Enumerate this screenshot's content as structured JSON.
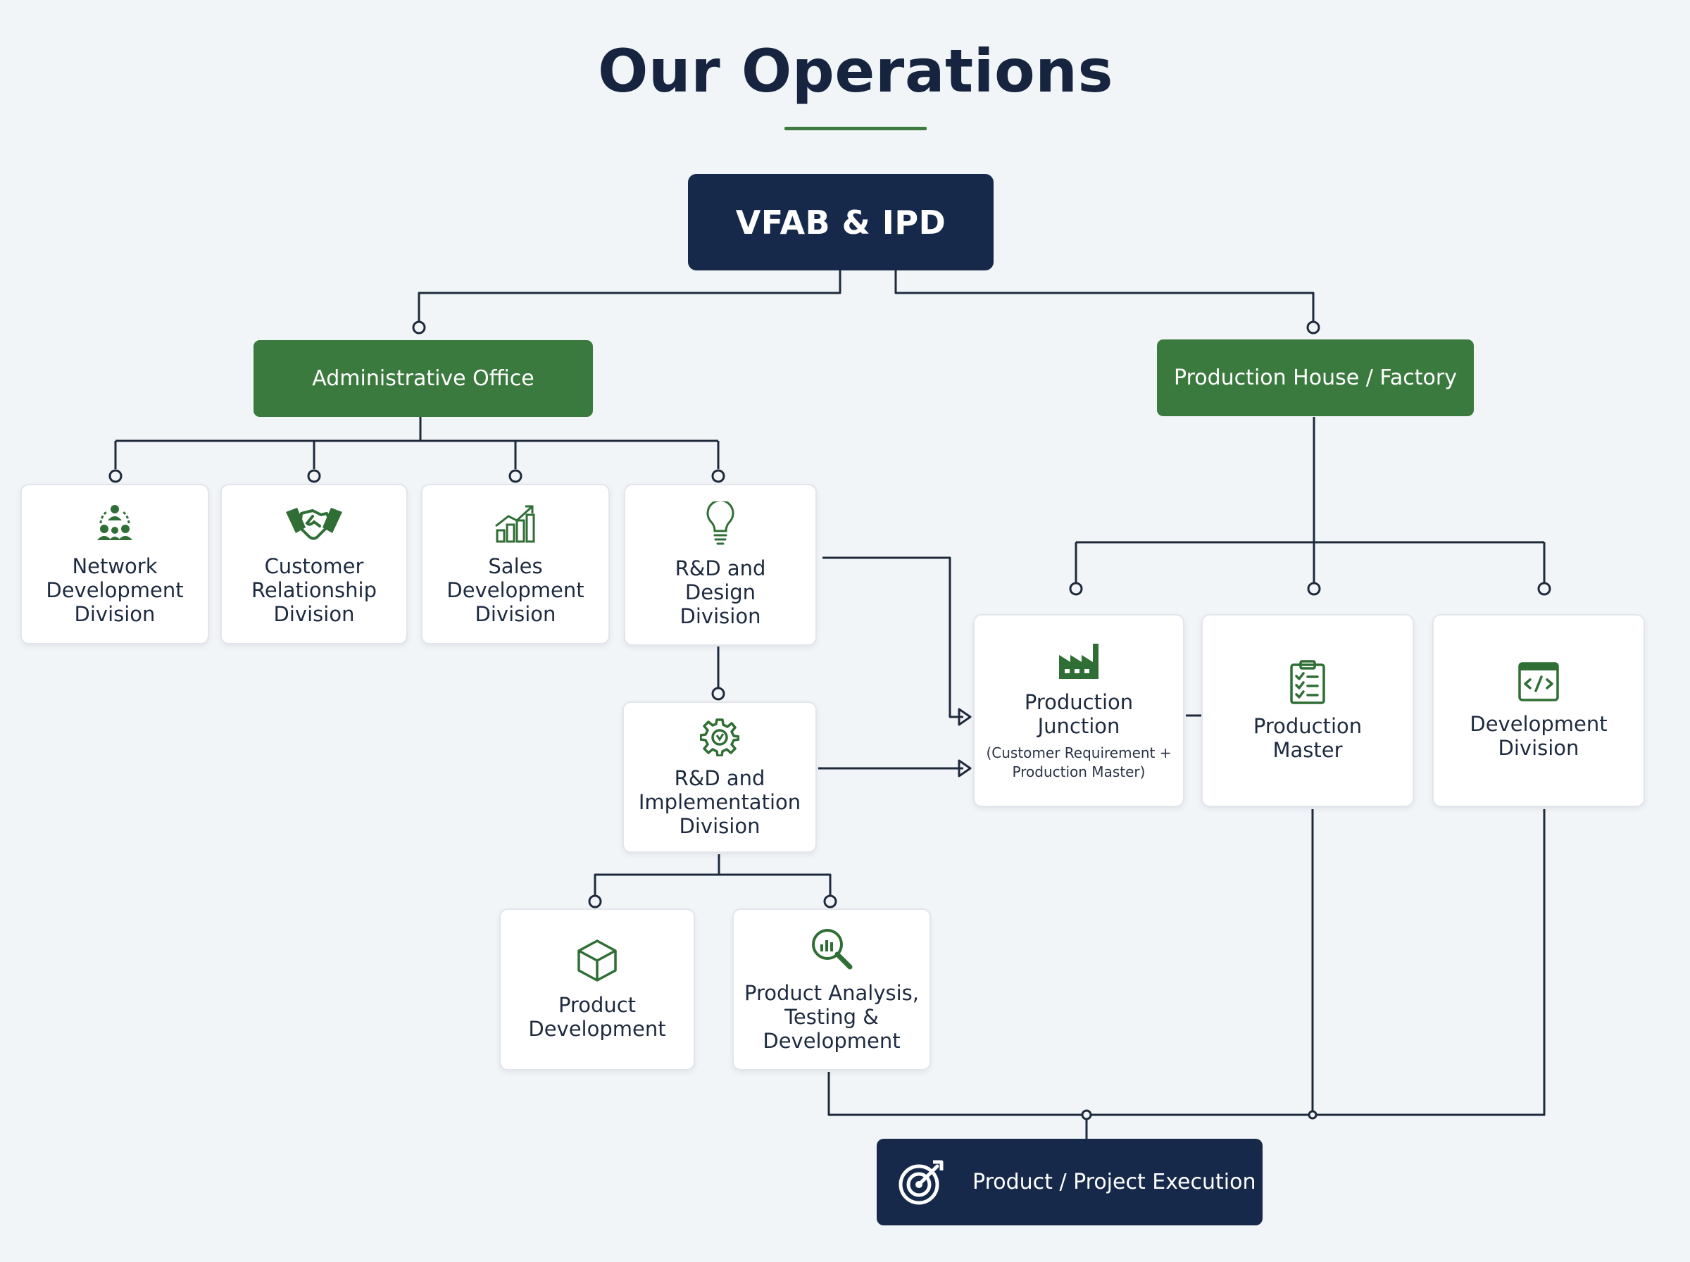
{
  "title": "Our Operations",
  "root": {
    "label": "VFAB & IPD"
  },
  "groups": {
    "admin": "Administrative Office",
    "production": "Production House / Factory"
  },
  "divisions": {
    "network": "Network\nDevelopment\nDivision",
    "crm": "Customer\nRelationship\nDivision",
    "sales": "Sales\nDevelopment\nDivision",
    "rnd_design": "R&D and\nDesign\nDivision",
    "rnd_impl": "R&D and\nImplementation\nDivision",
    "product_dev": "Product\nDevelopment",
    "product_analysis": "Product Analysis,\nTesting &\nDevelopment",
    "prod_junction": "Production\nJunction",
    "prod_junction_note": "(Customer Requirement +\nProduction Master)",
    "prod_master": "Production\nMaster",
    "dev_division": "Development\nDivision"
  },
  "execution": {
    "label": "Product / Project Execution"
  },
  "icons": {
    "network": "team-network-icon",
    "crm": "handshake-icon",
    "sales": "growth-chart-icon",
    "rnd_design": "lightbulb-icon",
    "rnd_impl": "gear-icon",
    "product_dev": "cube-icon",
    "product_analysis": "magnifier-chart-icon",
    "prod_junction": "factory-icon",
    "prod_master": "clipboard-checklist-icon",
    "dev_division": "code-window-icon",
    "execution": "target-icon"
  },
  "colors": {
    "navy": "#16294a",
    "green": "#3b7a3e",
    "icon_green": "#2f6e34",
    "line": "#1e2a3c",
    "background": "#f2f5f8"
  }
}
